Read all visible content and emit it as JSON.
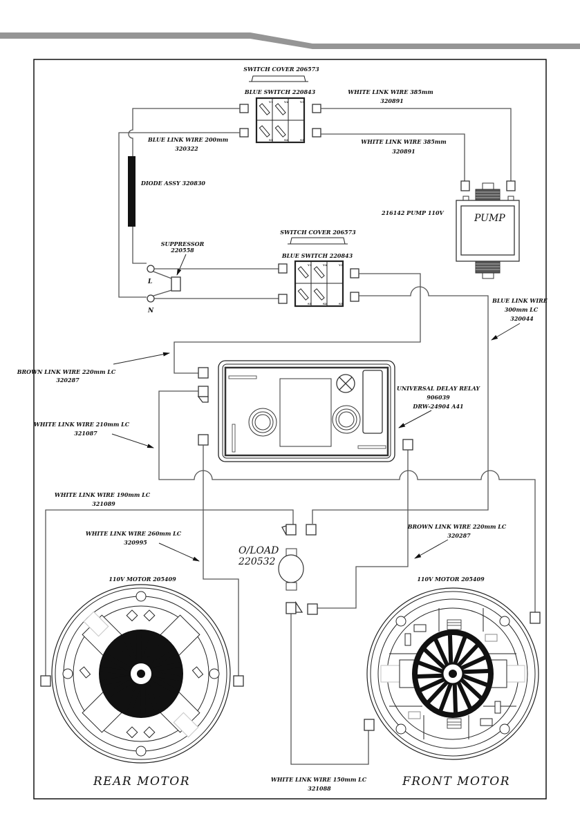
{
  "header": {
    "band_color": "#959595"
  },
  "frame": {
    "border_color": "#111111"
  },
  "components": {
    "switch_top": {
      "cover_label": "SWITCH COVER 206573",
      "switch_label": "BLUE SWITCH 220843",
      "terminals": [
        "V1",
        "V2",
        "V3",
        "S1",
        "S2",
        "S3"
      ]
    },
    "switch_bottom": {
      "cover_label": "SWITCH COVER 206573",
      "switch_label": "BLUE SWITCH 220843"
    },
    "diode": {
      "label": "DIODE ASSY 320830"
    },
    "suppressor": {
      "label_line1": "SUPPRESSOR",
      "label_line2": "220558"
    },
    "mains": {
      "live": "L",
      "neutral": "N"
    },
    "pump": {
      "label": "216142 PUMP 110V",
      "body_text": "PUMP"
    },
    "relay": {
      "line1": "UNIVERSAL DELAY RELAY",
      "line2": "906039",
      "line3": "DRW-24904 A41"
    },
    "overload": {
      "line1": "O/LOAD",
      "line2": "220532"
    },
    "rear_motor": {
      "spec": "110V MOTOR 205409",
      "title": "REAR MOTOR"
    },
    "front_motor": {
      "spec": "110V MOTOR 205409",
      "title": "FRONT MOTOR"
    }
  },
  "wires": [
    {
      "id": "blue-200",
      "line1": "BLUE LINK WIRE 200mm",
      "line2": "320322"
    },
    {
      "id": "white-385-a",
      "line1": "WHITE LINK WIRE 385mm",
      "line2": "320891"
    },
    {
      "id": "white-385-b",
      "line1": "WHITE LINK WIRE 385mm",
      "line2": "320891"
    },
    {
      "id": "blue-300",
      "line1": "BLUE LINK WIRE",
      "line2": "300mm LC",
      "line3": "320044"
    },
    {
      "id": "brown-220-a",
      "line1": "BROWN LINK WIRE 220mm LC",
      "line2": "320287"
    },
    {
      "id": "white-210",
      "line1": "WHITE LINK WIRE 210mm LC",
      "line2": "321087"
    },
    {
      "id": "white-190",
      "line1": "WHITE LINK WIRE 190mm LC",
      "line2": "321089"
    },
    {
      "id": "white-260",
      "line1": "WHITE LINK WIRE 260mm LC",
      "line2": "320995"
    },
    {
      "id": "brown-220-b",
      "line1": "BROWN LINK WIRE 220mm LC",
      "line2": "320287"
    },
    {
      "id": "white-150",
      "line1": "WHITE LINK WIRE 150mm LC",
      "line2": "321088"
    }
  ]
}
